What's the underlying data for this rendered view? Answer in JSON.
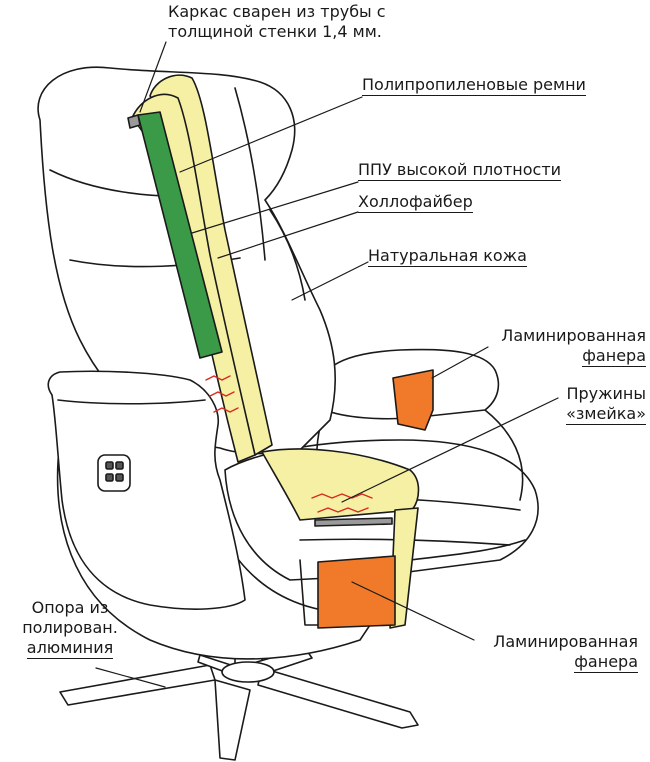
{
  "labels": {
    "frame_line1": "Каркас сварен из трубы с",
    "frame_line2": "толщиной стенки 1,4 мм.",
    "belts": "Полипропиленовые ремни",
    "foam": "ППУ высокой плотности",
    "hollofiber": "Холлофайбер",
    "leather": "Натуральная кожа",
    "plywood_top_1": "Ламинированная",
    "plywood_top_2": "фанера",
    "springs_1": "Пружины",
    "springs_2": "«змейка»",
    "plywood_bottom_1": "Ламинированная",
    "plywood_bottom_2": "фанера",
    "support_1": "Опора из",
    "support_2": "полирован.",
    "support_3": "алюминия"
  },
  "colors": {
    "outline": "#1a1a1a",
    "foam_yellow": "#f5f0a3",
    "belts_green": "#3a9a47",
    "plywood_orange": "#f07a2a",
    "spring_red": "#d92b1f",
    "frame_gray": "#9a9a9a"
  }
}
